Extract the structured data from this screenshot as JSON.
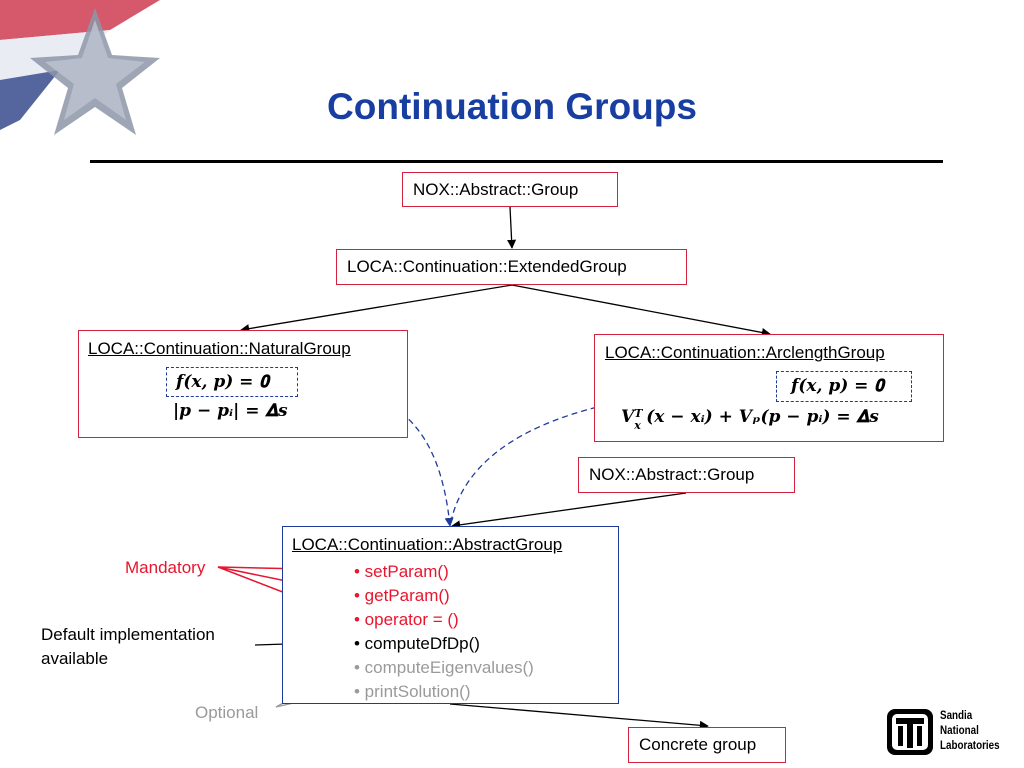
{
  "title": "Continuation Groups",
  "boxes": {
    "nox_top": "NOX::Abstract::Group",
    "extended": "LOCA::Continuation::ExtendedGroup",
    "natural": {
      "label": "LOCA::Continuation::NaturalGroup",
      "eq1": "𝒇(𝒙, 𝒑) = 𝟎",
      "eq2": "|𝒑 − 𝒑ᵢ| = 𝚫𝒔"
    },
    "arclength": {
      "label": "LOCA::Continuation::ArclengthGroup",
      "eq1": "𝒇(𝒙, 𝒑) = 𝟎",
      "eq2_V": "𝑽",
      "eq2_sup": "𝑻",
      "eq2_sub": "𝒙",
      "eq2_rest": "(𝒙 − 𝒙ᵢ) + 𝑽ₚ(𝒑 − 𝒑ᵢ) = 𝚫𝒔"
    },
    "nox_mid": "NOX::Abstract::Group",
    "abstract": {
      "label": "LOCA::Continuation::AbstractGroup",
      "methods": [
        {
          "text": "• setParam()",
          "kind": "mandatory"
        },
        {
          "text": "• getParam()",
          "kind": "mandatory"
        },
        {
          "text": "• operator = ()",
          "kind": "mandatory"
        },
        {
          "text": "• computeDfDp()",
          "kind": "default"
        },
        {
          "text": "• computeEigenvalues()",
          "kind": "optional"
        },
        {
          "text": "• printSolution()",
          "kind": "optional"
        }
      ]
    },
    "concrete": "Concrete group"
  },
  "annotations": {
    "mandatory": "Mandatory",
    "default_line1": "Default implementation",
    "default_line2": "available",
    "optional": "Optional"
  },
  "logo": {
    "line1": "Sandia",
    "line2": "National",
    "line3": "Laboratories"
  },
  "colors": {
    "title": "#173ea0",
    "box_border": "#d4213d",
    "abstract_border": "#1f3a9a",
    "mandatory": "#e8152e",
    "optional": "#9a9a9a",
    "dashed": "#1f3a9a"
  }
}
